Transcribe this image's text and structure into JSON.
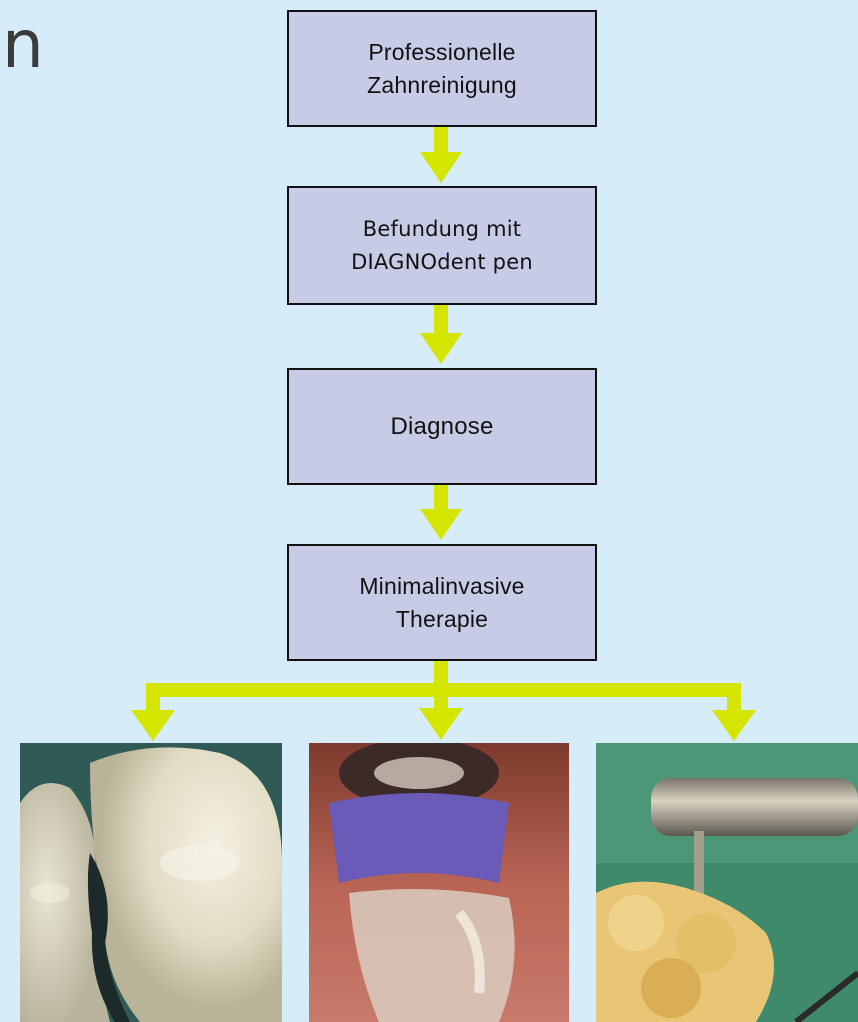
{
  "partial_title": "n",
  "flow": {
    "steps": [
      {
        "line1": "Professionelle",
        "line2": "Zahnreinigung"
      },
      {
        "line1": "Befundung mit",
        "line2": "DIAGNOdent pen"
      },
      {
        "line1": "Diagnose"
      },
      {
        "line1": "Minimalinvasive",
        "line2": "Therapie"
      }
    ]
  },
  "colors": {
    "background": "#d6edf9",
    "box_fill": "#c7cbe6",
    "box_border": "#111111",
    "arrow": "#d4e600",
    "title_text": "#3b3b3b"
  },
  "photos": [
    {
      "subject": "tooth-closeup-photo"
    },
    {
      "subject": "tooth-blue-ring-photo"
    },
    {
      "subject": "tooth-instrument-photo"
    }
  ]
}
